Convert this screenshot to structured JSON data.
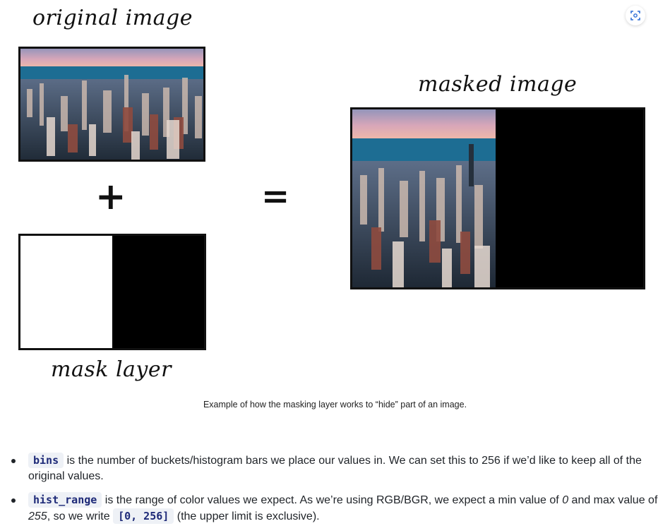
{
  "diagram": {
    "original_label": "original image",
    "mask_label": "mask layer",
    "masked_label": "masked image",
    "plus": "+",
    "equals": "="
  },
  "caption": "Example of how the masking layer works to “hide” part of an image.",
  "bullets": [
    {
      "code": "bins",
      "text": " is the number of buckets/histogram bars we place our values in. We can set this to 256 if we’d like to keep all of the original values."
    },
    {
      "code": "hist_range",
      "text_a": " is the range of color values we expect. As we’re using RGB/BGR, we expect a min value of ",
      "min": "0",
      "text_b": " and max value of ",
      "max": "255",
      "text_c": ", so we write ",
      "code2": "[0, 256]",
      "text_d": " (the upper limit is exclusive)."
    }
  ],
  "icons": {
    "zoom": "zoom-expand-icon"
  },
  "colors": {
    "sky_top": "#8c93b8",
    "sky_pink": "#e9a9b3",
    "sea": "#1f6f95",
    "city": "#2b3a4a",
    "mask_black": "#000000"
  }
}
